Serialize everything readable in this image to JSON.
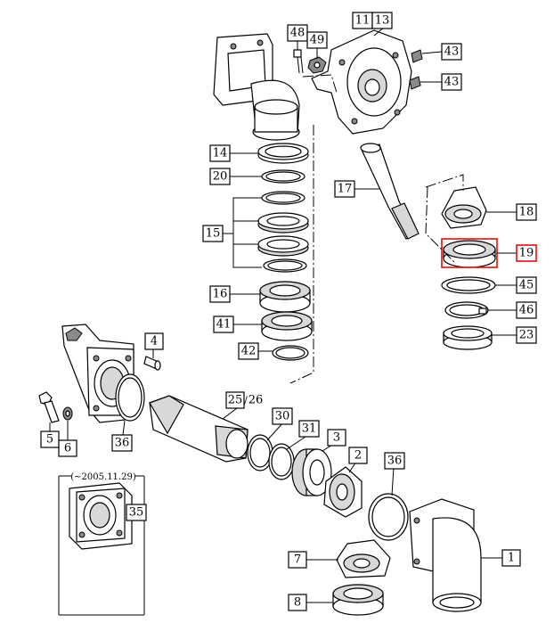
{
  "callouts": [
    {
      "id": "c11-13",
      "label": "11",
      "label2": "13"
    },
    {
      "id": "c48",
      "label": "48"
    },
    {
      "id": "c49",
      "label": "49"
    },
    {
      "id": "c43a",
      "label": "43"
    },
    {
      "id": "c43b",
      "label": "43"
    },
    {
      "id": "c14",
      "label": "14"
    },
    {
      "id": "c20",
      "label": "20"
    },
    {
      "id": "c15",
      "label": "15"
    },
    {
      "id": "c16",
      "label": "16"
    },
    {
      "id": "c41",
      "label": "41"
    },
    {
      "id": "c42",
      "label": "42"
    },
    {
      "id": "c17",
      "label": "17"
    },
    {
      "id": "c18",
      "label": "18"
    },
    {
      "id": "c19",
      "label": "19",
      "highlight": true
    },
    {
      "id": "c45",
      "label": "45"
    },
    {
      "id": "c46",
      "label": "46"
    },
    {
      "id": "c23",
      "label": "23"
    },
    {
      "id": "c4",
      "label": "4"
    },
    {
      "id": "c25-26",
      "label": "25",
      "label2": "26"
    },
    {
      "id": "c30",
      "label": "30"
    },
    {
      "id": "c31",
      "label": "31"
    },
    {
      "id": "c3",
      "label": "3"
    },
    {
      "id": "c2",
      "label": "2"
    },
    {
      "id": "c36a",
      "label": "36"
    },
    {
      "id": "c36b",
      "label": "36"
    },
    {
      "id": "c5",
      "label": "5"
    },
    {
      "id": "c6",
      "label": "6"
    },
    {
      "id": "c35",
      "label": "35"
    },
    {
      "id": "c1",
      "label": "1"
    },
    {
      "id": "c7",
      "label": "7"
    },
    {
      "id": "c8",
      "label": "8"
    }
  ],
  "note": "(~2005.11.29)",
  "colors": {
    "highlight": "#e01010",
    "line": "#000000",
    "fill": "#ffffff"
  }
}
